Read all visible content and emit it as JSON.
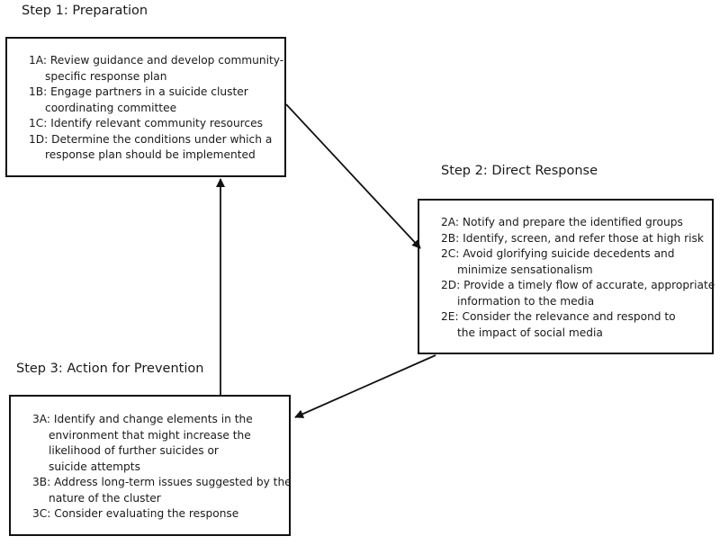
{
  "steps": [
    {
      "title": "Step 1: Preparation",
      "items": [
        {
          "code": "1A",
          "text": "Review guidance and develop community-",
          "cont": [
            "specific response plan"
          ]
        },
        {
          "code": "1B",
          "text": "Engage partners in a suicide cluster",
          "cont": [
            "coordinating committee"
          ]
        },
        {
          "code": "1C",
          "text": "Identify relevant community resources",
          "cont": []
        },
        {
          "code": "1D",
          "text": "Determine the conditions under which a",
          "cont": [
            "response plan should be implemented"
          ]
        }
      ]
    },
    {
      "title": "Step 2: Direct Response",
      "items": [
        {
          "code": "2A",
          "text": "Notify and prepare the identified groups",
          "cont": []
        },
        {
          "code": "2B",
          "text": "Identify, screen, and refer those at high risk",
          "cont": []
        },
        {
          "code": "2C",
          "text": "Avoid glorifying suicide decedents and",
          "cont": [
            "minimize sensationalism"
          ]
        },
        {
          "code": "2D",
          "text": "Provide a timely flow of accurate, appropriate",
          "cont": [
            "information to the media"
          ]
        },
        {
          "code": "2E",
          "text": "Consider the relevance and respond to",
          "cont": [
            "the impact of social media"
          ]
        }
      ]
    },
    {
      "title": "Step 3: Action for Prevention",
      "items": [
        {
          "code": "3A",
          "text": "Identify and change elements in the",
          "cont": [
            "environment that might increase the",
            "likelihood of further suicides or",
            "suicide attempts"
          ]
        },
        {
          "code": "3B",
          "text": "Address long-term issues suggested by the",
          "cont": [
            "nature of the cluster"
          ]
        },
        {
          "code": "3C",
          "text": "Consider evaluating the response",
          "cont": []
        }
      ]
    }
  ]
}
